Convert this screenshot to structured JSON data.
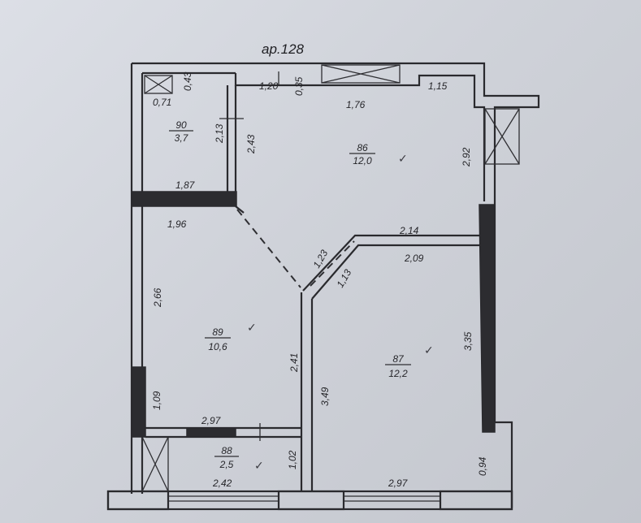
{
  "plan": {
    "title": "ap.128",
    "rooms": [
      {
        "id": "90",
        "area": "3,7"
      },
      {
        "id": "86",
        "area": "12,0"
      },
      {
        "id": "89",
        "area": "10,6"
      },
      {
        "id": "87",
        "area": "12,2"
      },
      {
        "id": "88",
        "area": "2,5"
      }
    ],
    "dimensions": [
      "0,43",
      "0,71",
      "1,20",
      "0,35",
      "1,15",
      "1,76",
      "2,13",
      "2,43",
      "2,92",
      "1,87",
      "1,96",
      "2,14",
      "1,23",
      "2,09",
      "1,13",
      "2,66",
      "3,35",
      "2,41",
      "3,49",
      "1,09",
      "2,97",
      "1,02",
      "0,94",
      "2,42",
      "2,97"
    ],
    "check_mark": "✓",
    "colors": {
      "ink": "#2a2a2e",
      "paper": "#cfd2d9"
    }
  }
}
